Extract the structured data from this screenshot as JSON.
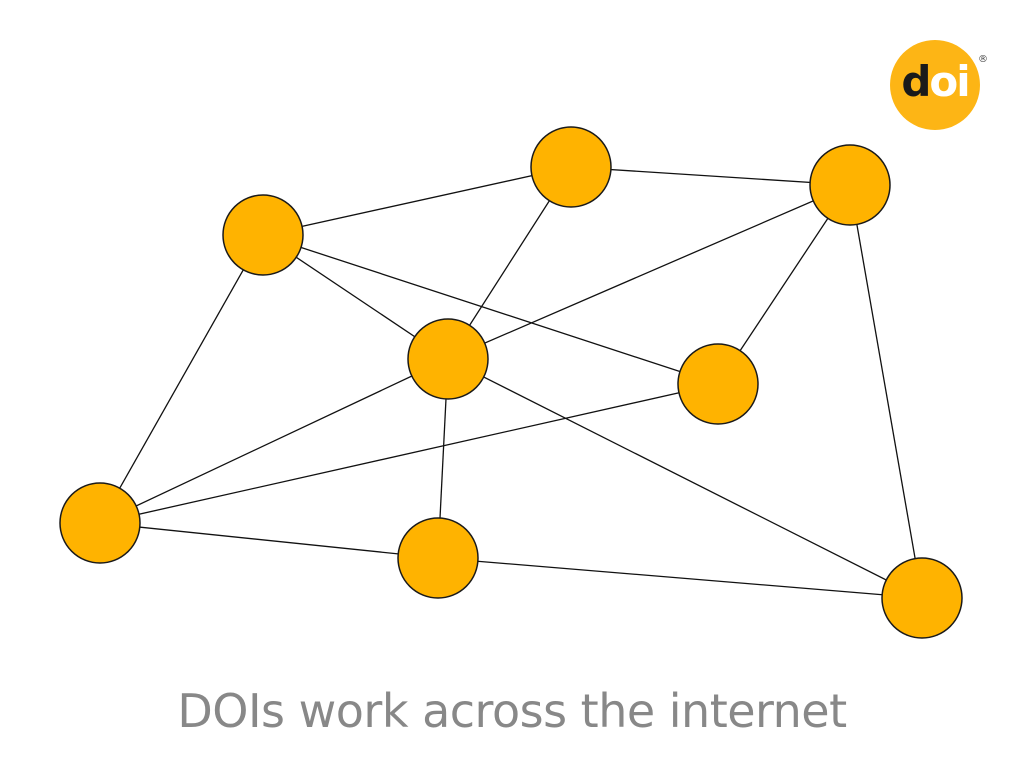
{
  "caption": "DOIs work across the internet",
  "logo": {
    "text_dark": "d",
    "text_light": "oi",
    "registered_mark": "®",
    "background_color": "#FDB515"
  },
  "diagram": {
    "node_color": "#FFB300",
    "edge_color": "#111111",
    "nodes": [
      {
        "id": "n1"
      },
      {
        "id": "n2"
      },
      {
        "id": "n3"
      },
      {
        "id": "n4"
      },
      {
        "id": "n5"
      },
      {
        "id": "n6"
      },
      {
        "id": "n7"
      },
      {
        "id": "n8"
      }
    ],
    "edges": [
      [
        "n1",
        "n2"
      ],
      [
        "n1",
        "n4"
      ],
      [
        "n1",
        "n5"
      ],
      [
        "n1",
        "n6"
      ],
      [
        "n2",
        "n3"
      ],
      [
        "n2",
        "n4"
      ],
      [
        "n3",
        "n4"
      ],
      [
        "n3",
        "n5"
      ],
      [
        "n3",
        "n8"
      ],
      [
        "n4",
        "n6"
      ],
      [
        "n4",
        "n7"
      ],
      [
        "n4",
        "n8"
      ],
      [
        "n5",
        "n6"
      ],
      [
        "n6",
        "n7"
      ],
      [
        "n7",
        "n8"
      ]
    ]
  }
}
